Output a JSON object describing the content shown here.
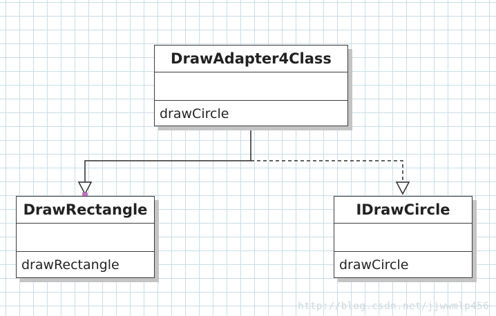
{
  "classes": {
    "adapter": {
      "name": "DrawAdapter4Class",
      "attributes": "",
      "operation": "drawCircle"
    },
    "rectangle": {
      "name": "DrawRectangle",
      "attributes": "",
      "operation": "drawRectangle"
    },
    "circle": {
      "name": "IDrawCircle",
      "attributes": "",
      "operation": "drawCircle"
    }
  },
  "relations": [
    {
      "from": "DrawAdapter4Class",
      "to": "DrawRectangle",
      "kind": "generalization",
      "line": "solid"
    },
    {
      "from": "DrawAdapter4Class",
      "to": "IDrawCircle",
      "kind": "realization",
      "line": "dashed"
    }
  ],
  "colors": {
    "grid": "#c8dde8",
    "border": "#3a3a3a",
    "shadow": "#c4c4c4",
    "connector_handle": "#c070c0"
  },
  "watermark": "http://blog.csdn.net/jjwwmlp456"
}
